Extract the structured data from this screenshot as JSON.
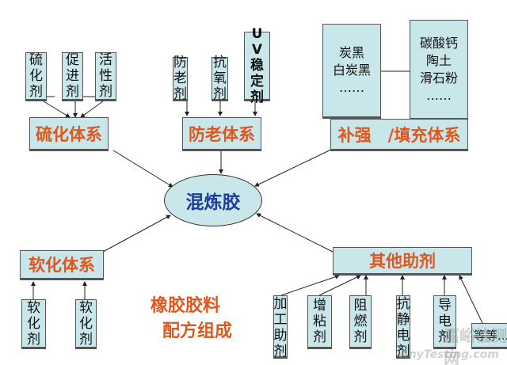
{
  "center": "混炼胶",
  "title": {
    "line1": "橡胶胶料",
    "line2": "配方组成"
  },
  "vulcanization": {
    "label": "硫化体系",
    "items": [
      "硫化剂",
      "促进剂",
      "活性剂"
    ]
  },
  "antiaging": {
    "label": "防老体系",
    "items": [
      "防老剂",
      "抗氧剂",
      "UV稳定剂"
    ]
  },
  "reinforcing": {
    "label": "补强　/填充体系",
    "items": [
      "炭黑\n白炭黑\n……",
      "碳酸钙\n陶土\n滑石粉\n……"
    ]
  },
  "softening": {
    "label": "软化体系",
    "items": [
      "软化剂",
      "软化剂"
    ]
  },
  "other": {
    "label": "其他助剂",
    "items": [
      "加工助剂",
      "增粘剂",
      "阻燃剂",
      "抗静电剂",
      "导电剂",
      "等等...."
    ]
  },
  "watermark": {
    "cn": "嘉峪检测网",
    "en": "AnyTesting.com"
  }
}
